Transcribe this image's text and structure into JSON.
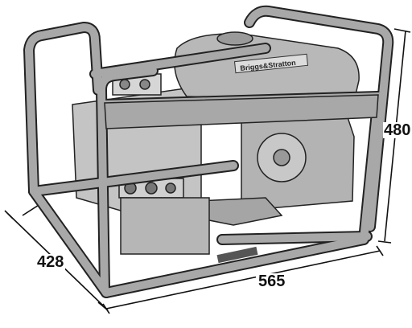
{
  "figure": {
    "subject": "generator-frame",
    "brand_plate_text": "Briggs&Stratton"
  },
  "dimensions": {
    "width": "565",
    "depth": "428",
    "height": "480"
  },
  "colors": {
    "frame": "#a8a8a8",
    "frame_dark": "#8a8a8a",
    "body": "#b3b3b3",
    "body_light": "#c4c4c4",
    "outline": "#222222",
    "dimension_line": "#111111"
  }
}
